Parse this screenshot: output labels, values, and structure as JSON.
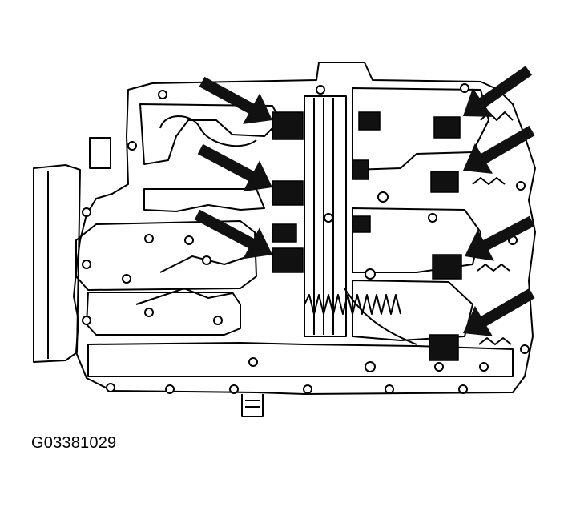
{
  "figure": {
    "code": "G03381029",
    "line_color": "#000000",
    "fill_dark": "#111111",
    "background": "#ffffff"
  },
  "callouts": [
    {
      "name": "arrow-upper-left-solenoid",
      "direction": "down-right"
    },
    {
      "name": "arrow-middle-left-solenoid",
      "direction": "down-right"
    },
    {
      "name": "arrow-lower-left-solenoid",
      "direction": "down-right"
    },
    {
      "name": "arrow-upper-right-solenoid",
      "direction": "down-left"
    },
    {
      "name": "arrow-upper-mid-right-solenoid",
      "direction": "down-left"
    },
    {
      "name": "arrow-lower-mid-right-solenoid",
      "direction": "down-left"
    },
    {
      "name": "arrow-lower-right-solenoid",
      "direction": "down-left"
    }
  ]
}
